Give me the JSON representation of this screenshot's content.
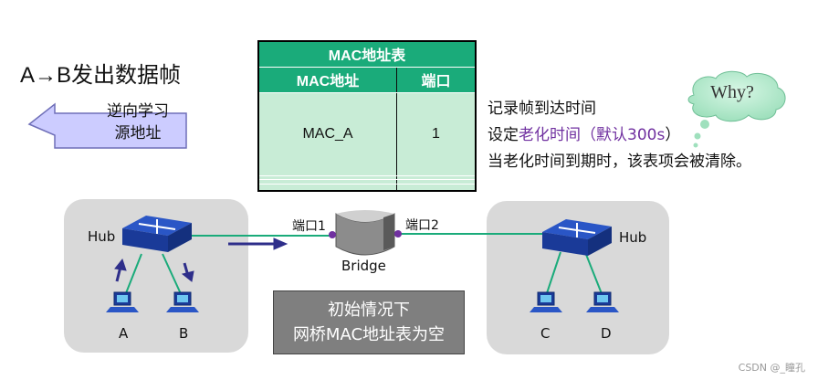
{
  "title": "A→B发出数据帧",
  "reverse_learn": {
    "line1": "逆向学习",
    "line2": "源地址"
  },
  "mac_table": {
    "caption": "MAC地址表",
    "headers": [
      "MAC地址",
      "端口"
    ],
    "rows": [
      [
        "MAC_A",
        "1"
      ],
      [
        "",
        ""
      ],
      [
        "",
        ""
      ],
      [
        "",
        ""
      ]
    ]
  },
  "notes": {
    "line1": "记录帧到达时间",
    "line2_prefix": "设定",
    "line2_highlight1": "老化时间",
    "line2_paren_open": "（",
    "line2_highlight2": "默认300s",
    "line2_paren_close": "）",
    "line3": "当老化时间到期时，该表项会被清除。"
  },
  "bubble": "Why?",
  "network": {
    "left_hub": "Hub",
    "right_hub": "Hub",
    "port1": "端口1",
    "port2": "端口2",
    "bridge": "Bridge",
    "hosts": [
      "A",
      "B",
      "C",
      "D"
    ]
  },
  "caption": {
    "line1": "初始情况下",
    "line2": "网桥MAC地址表为空"
  },
  "footer": "CSDN @_瞳孔",
  "colors": {
    "table_header": "#1aab7a",
    "table_row": "#c8ecd6",
    "highlight": "#7030a0",
    "arrow_fill": "#ccccff",
    "link": "#1aab7a",
    "flow_arrow": "#2e2e8a"
  }
}
